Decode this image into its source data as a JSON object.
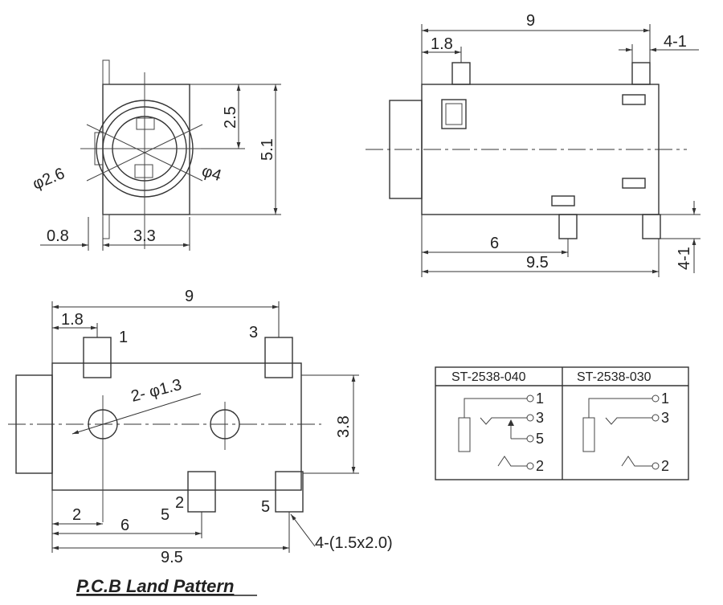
{
  "front_view": {
    "dim_2_5": "2.5",
    "dim_5_1": "5.1",
    "dim_0_8": "0.8",
    "dim_3_3": "3.3",
    "dia_2_6": "φ2.6",
    "dia_4": "φ4"
  },
  "side_view": {
    "dim_9": "9",
    "dim_1_8": "1.8",
    "dim_4_1_top": "4-1",
    "dim_6": "6",
    "dim_9_5": "9.5",
    "dim_4_1_side": "4-1"
  },
  "pcb": {
    "dim_9": "9",
    "dim_1_8": "1.8",
    "pin_1": "1",
    "pin_3": "3",
    "pin_2": "2",
    "pin_5a": "5",
    "pin_5b": "5",
    "holes": "2- φ1.3",
    "dim_3_8": "3.8",
    "dim_2": "2",
    "dim_6": "6",
    "dim_9_5": "9.5",
    "pads": "4-(1.5x2.0)",
    "title": "P.C.B Land Pattern"
  },
  "schematic": {
    "model_a": "ST-2538-040",
    "model_b": "ST-2538-030",
    "a_pin_1": "1",
    "a_pin_3": "3",
    "a_pin_5": "5",
    "a_pin_2": "2",
    "b_pin_1": "1",
    "b_pin_3": "3",
    "b_pin_2": "2"
  }
}
